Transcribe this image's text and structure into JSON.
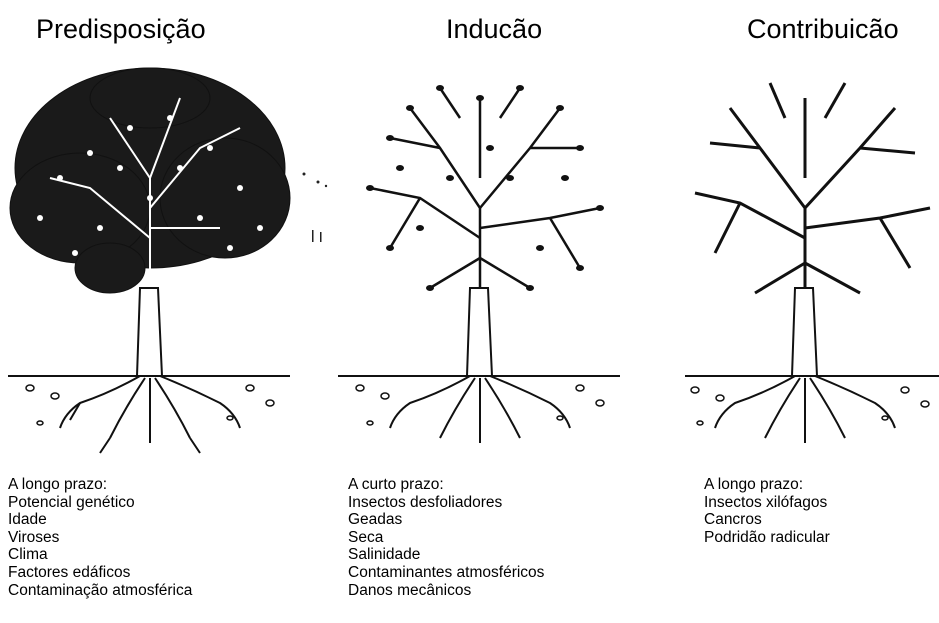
{
  "panels": [
    {
      "title": "Predisposição",
      "lines": [
        "A longo prazo:",
        "Potencial genético",
        "Idade",
        "Viroses",
        "Clima",
        "Factores edáficos",
        "Contaminação atmosférica"
      ]
    },
    {
      "title": "Inducão",
      "lines": [
        "A curto prazo:",
        "Insectos desfoliadores",
        "Geadas",
        "Seca",
        "Salinidade",
        "Contaminantes atmosféricos",
        "Danos mecânicos"
      ]
    },
    {
      "title": "Contribuicão",
      "lines": [
        "A longo prazo:",
        "Insectos xilófagos",
        "Cancros",
        "Podridão radicular"
      ]
    }
  ],
  "trees": [
    {
      "foliage": "dense"
    },
    {
      "foliage": "sparse"
    },
    {
      "foliage": "bare"
    }
  ]
}
